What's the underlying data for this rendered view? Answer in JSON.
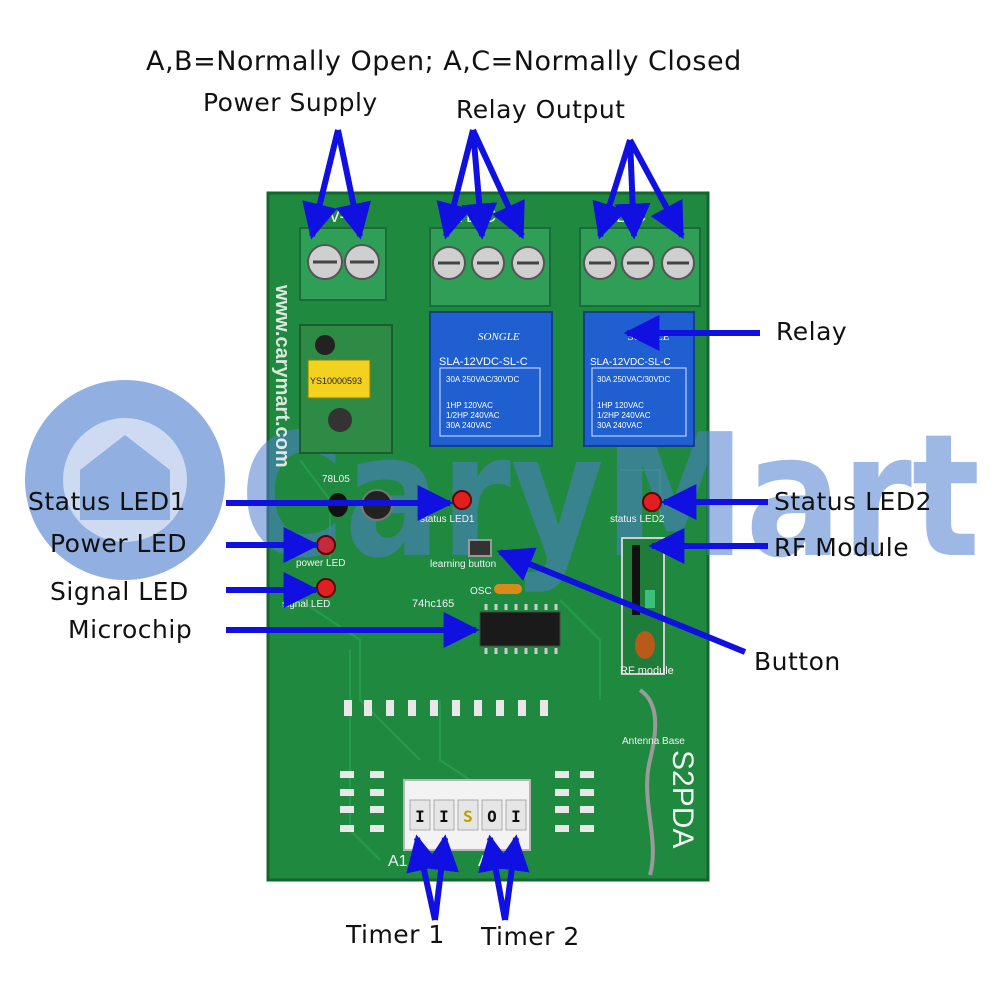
{
  "header_note": "A,B=Normally Open; A,C=Normally Closed",
  "callouts": {
    "power_supply": "Power Supply",
    "relay_output": "Relay Output",
    "relay": "Relay",
    "status_led1": "Status LED1",
    "status_led2": "Status LED2",
    "power_led": "Power LED",
    "rf_module": "RF Module",
    "signal_led": "Signal LED",
    "microchip": "Microchip",
    "button": "Button",
    "timer1": "Timer 1",
    "timer2": "Timer 2"
  },
  "watermark": "CaryMart",
  "board": {
    "url_silk": "www.carymart.com",
    "model": "S2PDA",
    "power_module_code": "YS10000593",
    "relay_brand": "SONGLE",
    "relay_part": "SLA-12VDC-SL-C",
    "relay_rating_1": "30A 250VAC/30VDC",
    "relay_rating_2": "1HP 120VAC",
    "relay_rating_3": "1/2HP 240VAC",
    "relay_rating_4": "30A 240VAC",
    "chip_label": "74hc165",
    "regulator_label": "78L05",
    "learning_button_label": "learning button",
    "status_led1_label": "status LED1",
    "status_led2_label": "status LED2",
    "power_led_label": "power LED",
    "signal_led_label": "signal LED",
    "rf_module_label": "RF module",
    "antenna_label": "Antenna Base",
    "osc_label": "OSC",
    "terminal_power_label": "+V-",
    "terminal_relay1_label": "A B C",
    "terminal_relay2_label": "A B C",
    "dip_switch_letters": [
      "I",
      "I",
      "S",
      "O",
      "I"
    ],
    "timer_labels": [
      "A1",
      "A2"
    ]
  },
  "colors": {
    "board_green": "#1f8a3f",
    "board_dark": "#17703a",
    "terminal_green": "#2f9e57",
    "relay_blue": "#1f5fd0",
    "arrow_blue": "#1010e0",
    "watermark_blue": "#4f7fd0"
  }
}
